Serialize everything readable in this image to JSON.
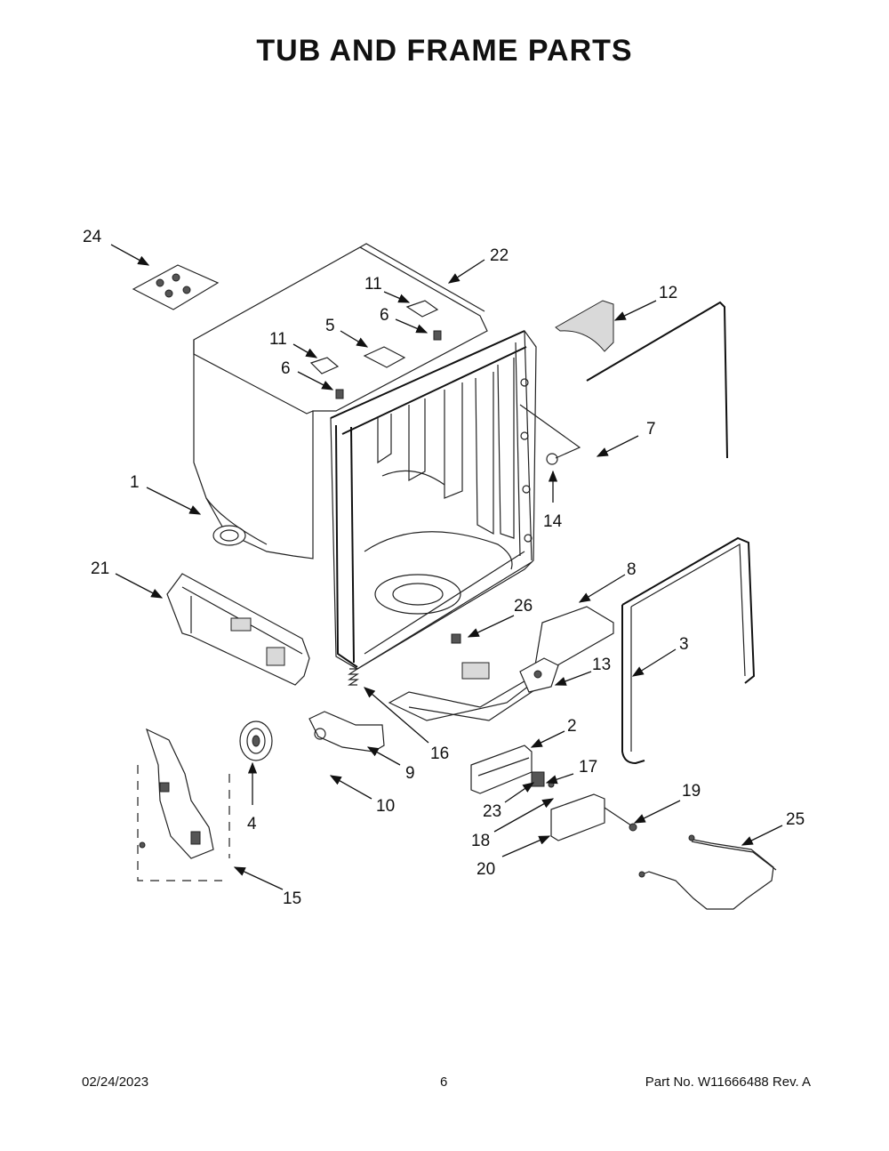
{
  "title": "TUB AND FRAME PARTS",
  "callouts": [
    "1",
    "2",
    "3",
    "4",
    "5",
    "6",
    "6",
    "7",
    "8",
    "9",
    "10",
    "11",
    "11",
    "12",
    "13",
    "14",
    "15",
    "16",
    "17",
    "18",
    "19",
    "20",
    "21",
    "22",
    "23",
    "24",
    "25",
    "26"
  ],
  "footer": {
    "date": "02/24/2023",
    "page": "6",
    "part": "Part No.  W11666488  Rev.  A"
  }
}
